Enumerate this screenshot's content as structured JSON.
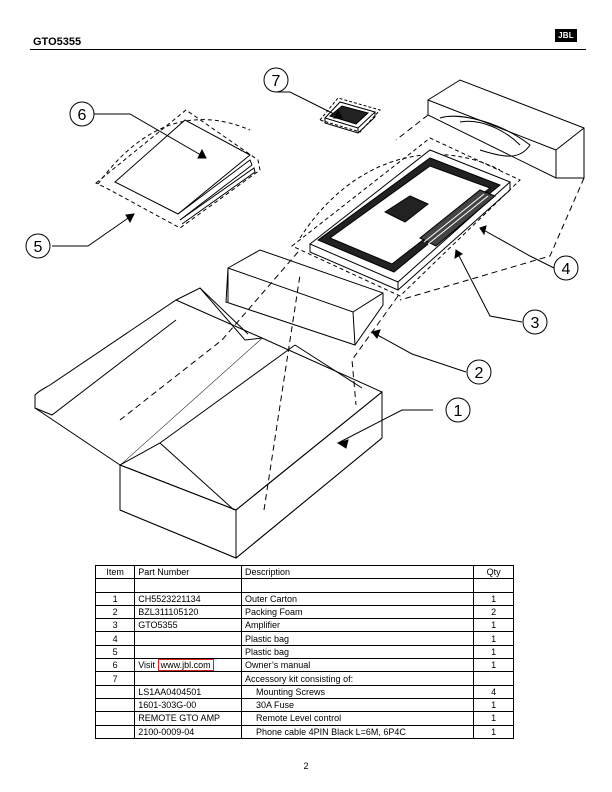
{
  "header": {
    "model": "GTO5355",
    "logo": "JBL"
  },
  "callouts": [
    "1",
    "2",
    "3",
    "4",
    "5",
    "6",
    "7"
  ],
  "table": {
    "headers": {
      "item": "Item",
      "part": "Part Number",
      "desc": "Description",
      "qty": "Qty"
    },
    "rows": [
      {
        "item": "1",
        "part": "CH5523221134",
        "desc": "Outer Carton",
        "qty": "1"
      },
      {
        "item": "2",
        "part": "BZL311105120",
        "desc": "Packing Foam",
        "qty": "2"
      },
      {
        "item": "3",
        "part": "GTO5355",
        "desc": "Amplifier",
        "qty": "1"
      },
      {
        "item": "4",
        "part": "",
        "desc": "Plastic bag",
        "qty": "1"
      },
      {
        "item": "5",
        "part": "",
        "desc": "Plastic bag",
        "qty": "1"
      },
      {
        "item": "6",
        "part_prefix": "Visit",
        "part_link": "www.jbl.com",
        "desc": "Owner’s manual",
        "qty": "1"
      },
      {
        "item": "7",
        "part": "",
        "desc": "Accessory kit consisting of:",
        "qty": ""
      }
    ],
    "kit_rows": [
      {
        "part": "LS1AA0404501",
        "desc": "Mounting Screws",
        "qty": "4"
      },
      {
        "part": "1601-303G-00",
        "desc": "30A Fuse",
        "qty": "1"
      },
      {
        "part": "REMOTE GTO AMP",
        "desc": "Remote Level control",
        "qty": "1"
      },
      {
        "part": "2100-0009-04",
        "desc": "Phone cable 4PIN Black L=6M, 6P4C",
        "qty": "1"
      }
    ]
  },
  "page_number": "2"
}
